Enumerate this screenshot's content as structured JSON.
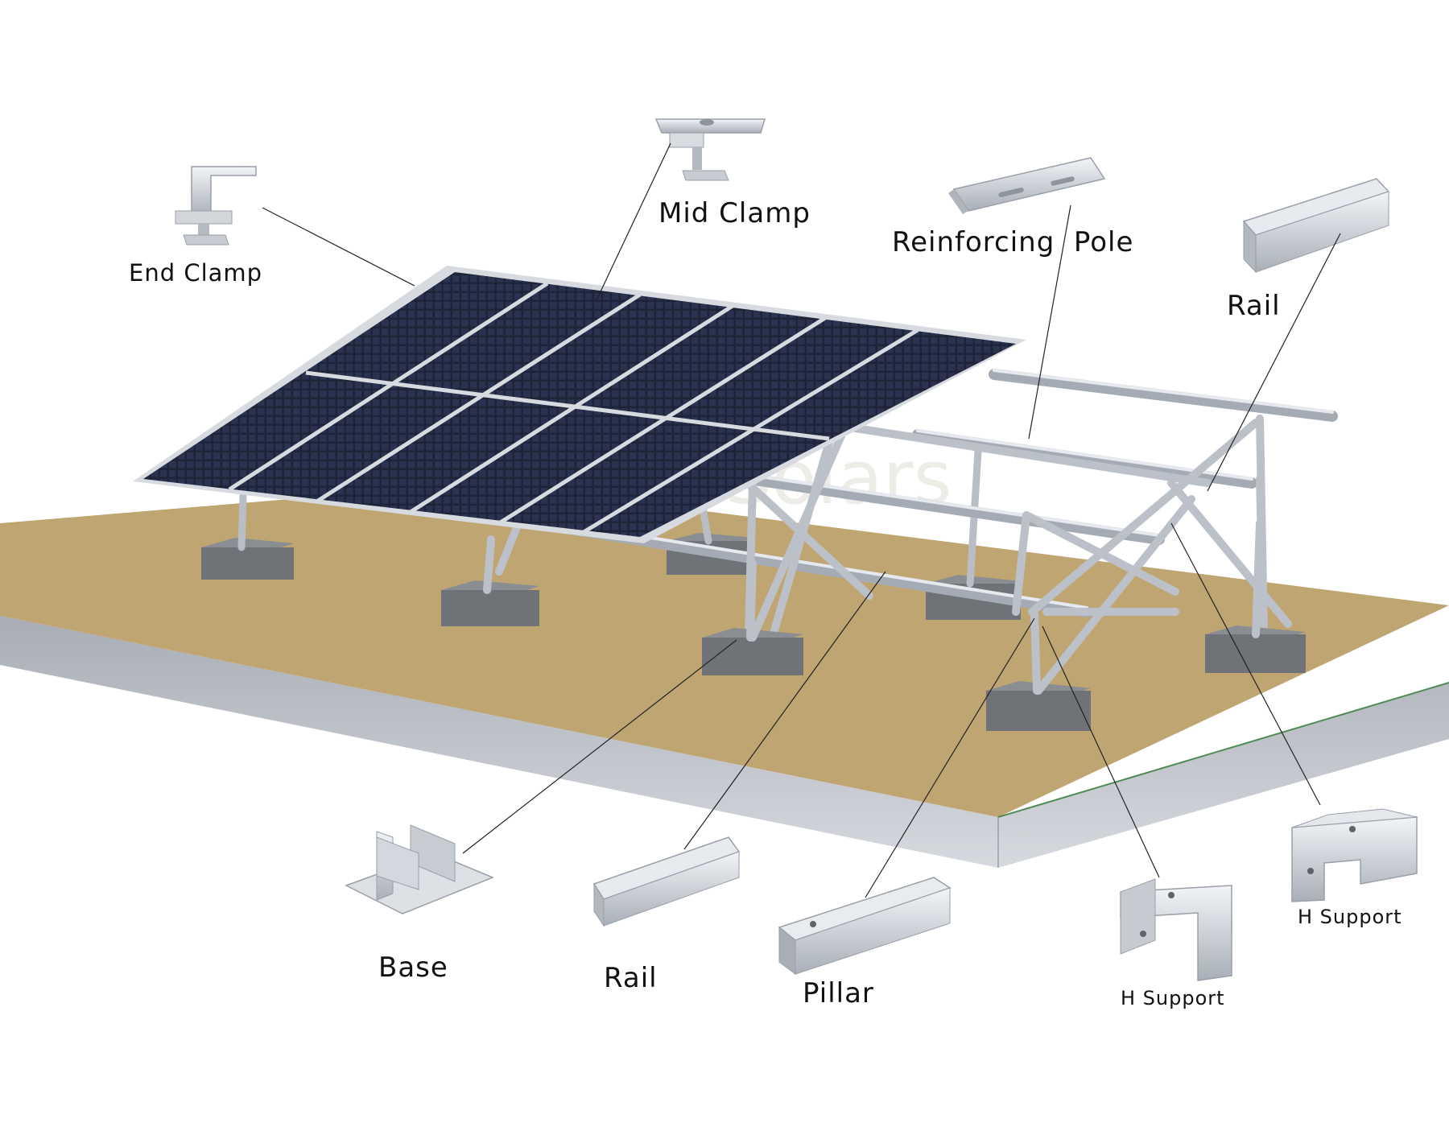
{
  "diagram": {
    "labels": {
      "end_clamp": "End Clamp",
      "mid_clamp": "Mid Clamp",
      "reinforcing_pole": "Reinforcing  Pole",
      "rail_top": "Rail",
      "base": "Base",
      "rail_bottom": "Rail",
      "pillar": "Pillar",
      "h_support_left": "H Support",
      "h_support_right": "H Support"
    },
    "watermark": "Solars",
    "colors": {
      "ground_top": "#BFA572",
      "ground_side": "#B8BCC4",
      "ground_edge": "#4E8B52",
      "panel_cell": "#1E2438",
      "panel_frame": "#D7DBE0",
      "steel": "#C9CED6",
      "concrete": "#6F7377",
      "leader_line": "#222222"
    }
  }
}
